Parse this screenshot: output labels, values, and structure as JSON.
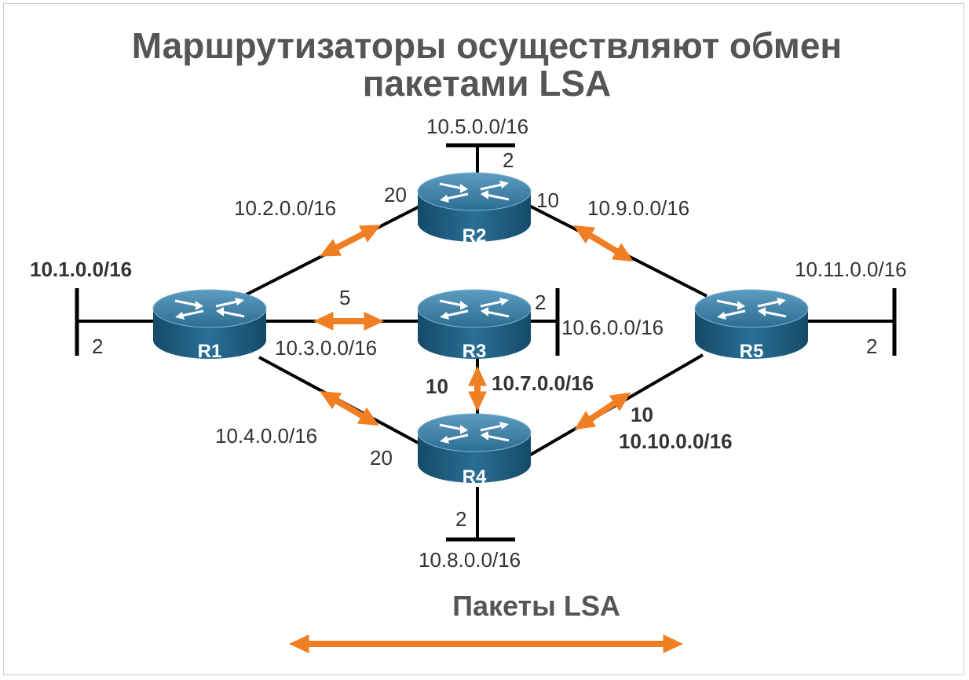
{
  "title": {
    "line1": "Маршрутизаторы осуществляют обмен",
    "line2": "пакетами LSA"
  },
  "routers": {
    "r1": "R1",
    "r2": "R2",
    "r3": "R3",
    "r4": "R4",
    "r5": "R5"
  },
  "networks": {
    "n1": "10.1.0.0/16",
    "n2": "10.2.0.0/16",
    "n3": "10.3.0.0/16",
    "n4": "10.4.0.0/16",
    "n5": "10.5.0.0/16",
    "n6": "10.6.0.0/16",
    "n7": "10.7.0.0/16",
    "n8": "10.8.0.0/16",
    "n9": "10.9.0.0/16",
    "n10": "10.10.0.0/16",
    "n11": "10.11.0.0/16"
  },
  "costs": {
    "r1_lan": "2",
    "r2_lan": "2",
    "r3_lan": "2",
    "r4_lan": "2",
    "r5_lan": "2",
    "r2_to_r1": "20",
    "r2_to_r5": "10",
    "r1_r3": "5",
    "r3_r4": "10",
    "r4_to_r1": "20",
    "r4_to_r5": "10"
  },
  "legend": {
    "label": "Пакеты LSA"
  },
  "colors": {
    "lsa_arrow": "#f07f24",
    "router_top": "#3b7fa5",
    "router_body": "#1d5878",
    "title_text": "#555555"
  }
}
